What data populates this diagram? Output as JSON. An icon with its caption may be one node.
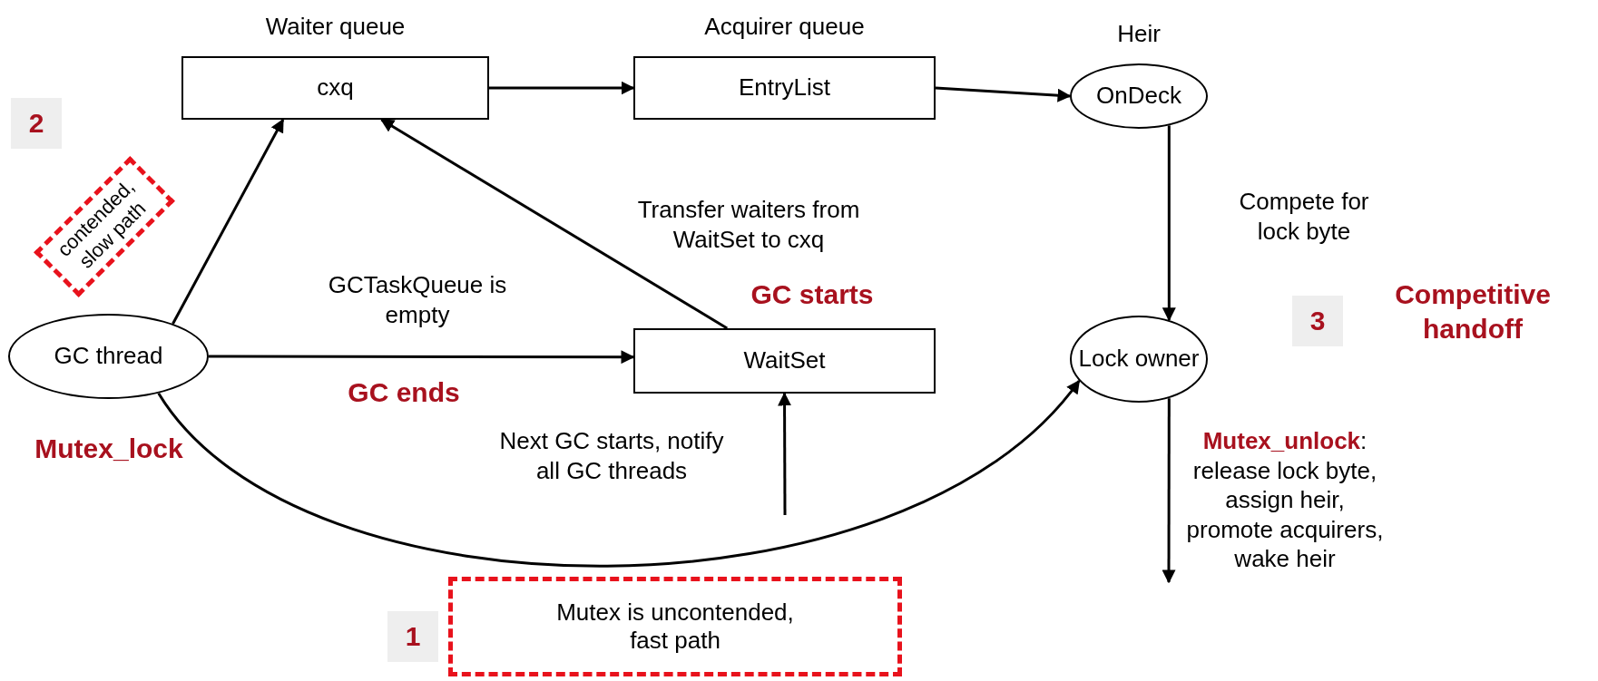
{
  "diagram": {
    "nodes": [
      {
        "text": [
          "Waiter queue",
          "cxq"
        ]
      },
      {
        "text": [
          "Acquirer queue",
          "EntryList"
        ]
      },
      {
        "text": [
          "Heir",
          "OnDeck"
        ]
      },
      {
        "text": [
          "GC thread"
        ],
        "beside": [
          "Mutex_lock"
        ]
      },
      {
        "text": [
          "WaitSet"
        ]
      },
      {
        "text": [
          "Lock owner"
        ]
      },
      {
        "text": [
          "contended, slow path"
        ]
      },
      {
        "text": [
          "Mutex is uncontended, fast path"
        ]
      }
    ],
    "edges": [
      {
        "from": 3,
        "to": 0,
        "arrow": "to"
      },
      {
        "from": 0,
        "to": 1,
        "arrow": "to"
      },
      {
        "from": 1,
        "to": 2,
        "arrow": "to"
      },
      {
        "from": 2,
        "to": 5,
        "arrow": "to",
        "label": "Compete for lock byte"
      },
      {
        "from": 3,
        "to": 4,
        "arrow": "to",
        "label": "GCTaskQueue is empty"
      },
      {
        "from": 4,
        "to": 0,
        "arrow": "to",
        "label": "Transfer waiters from WaitSet to cxq"
      },
      {
        "from": null,
        "to": 4,
        "arrow": "to",
        "label": "Next GC starts, notify all GC threads"
      },
      {
        "from": 3,
        "to": 5,
        "arrow": "to"
      },
      {
        "from": 5,
        "to": null,
        "arrow": "to",
        "label": "**Mutex_unlock**: release lock byte, assign heir, promote acquirers, wake heir"
      }
    ],
    "labels": [
      "2",
      "3",
      "Competitive handoff",
      "GC starts",
      "GC ends",
      "1"
    ]
  }
}
